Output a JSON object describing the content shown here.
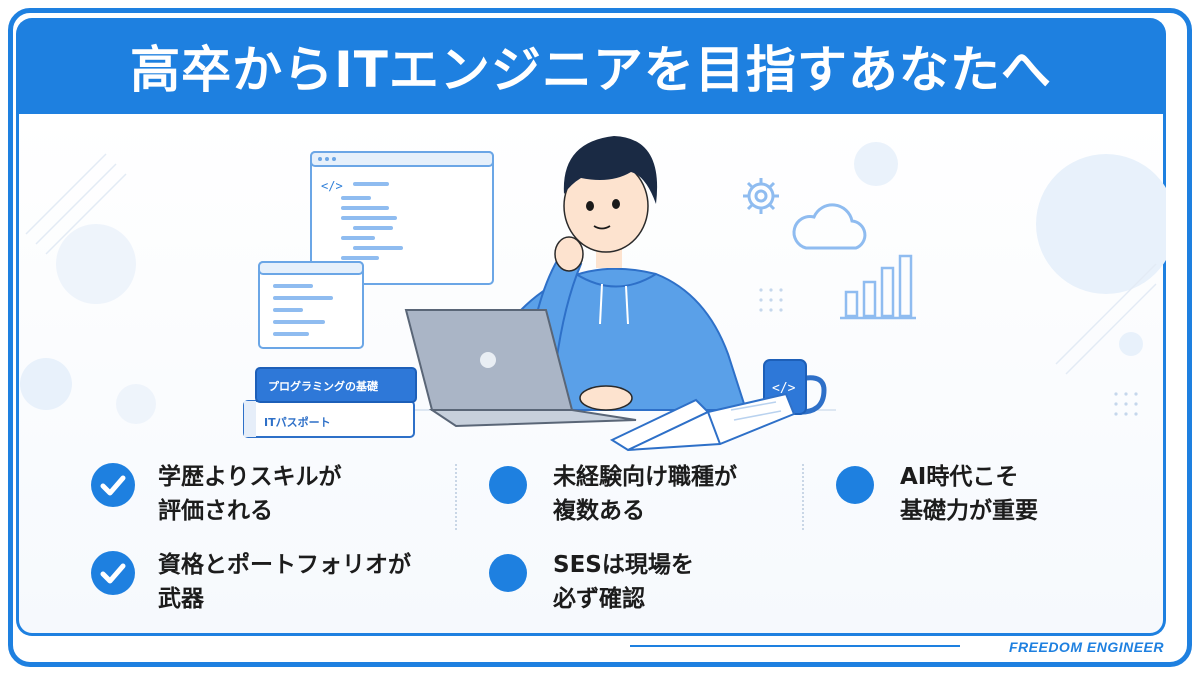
{
  "title": "高卒からITエンジニアを目指すあなたへ",
  "illustration": {
    "code_tag": "</>",
    "mug_tag": "</>",
    "book_top": "プログラミングの基礎",
    "book_bottom": "ITパスポート"
  },
  "points": [
    {
      "icon": "check-icon",
      "label": "学歴よりスキルが\n評価される"
    },
    {
      "icon": "dot-icon",
      "label": "未経験向け職種が\n複数ある"
    },
    {
      "icon": "dot-icon",
      "label": "AI時代こそ\n基礎力が重要"
    },
    {
      "icon": "check-icon",
      "label": "資格とポートフォリオが\n武器"
    },
    {
      "icon": "dot-icon",
      "label": "SESは現場を\n必ず確認"
    }
  ],
  "brand": "FREEDOM ENGINEER",
  "colors": {
    "accent": "#1e80e0",
    "hoodie": "#5aa0e8",
    "hair": "#1a2a44"
  }
}
